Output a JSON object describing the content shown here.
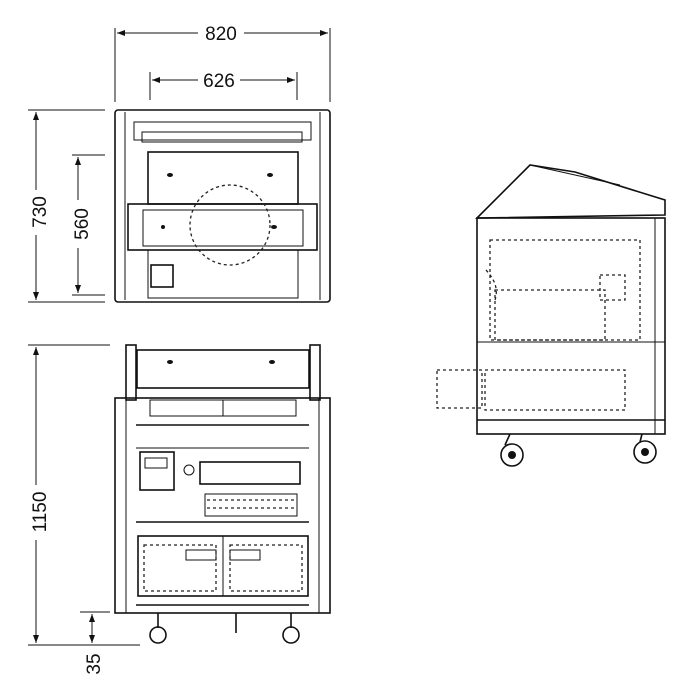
{
  "dimensions": {
    "overall_width": "820",
    "inner_width": "626",
    "top_depth": "730",
    "top_inner_depth": "560",
    "overall_height": "1150",
    "caster_height": "35"
  }
}
